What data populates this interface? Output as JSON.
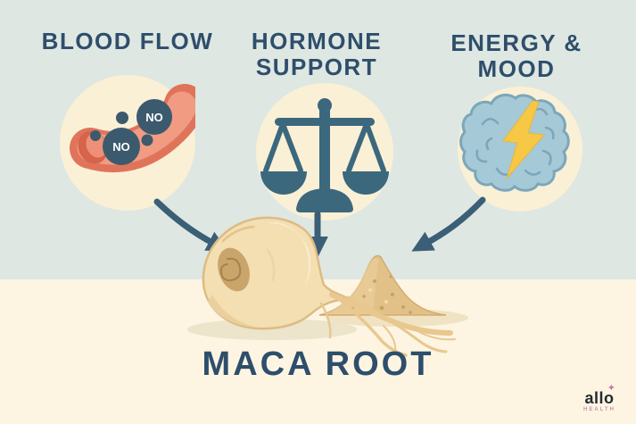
{
  "infographic": {
    "title": "MACA ROOT",
    "benefits": [
      {
        "id": "blood-flow",
        "lines": [
          "BLOOD FLOW"
        ],
        "icon": "blood-vessel-no-molecules",
        "molecule_label": "NO"
      },
      {
        "id": "hormone-support",
        "lines": [
          "HORMONE",
          "SUPPORT"
        ],
        "icon": "balance-scale"
      },
      {
        "id": "energy-mood",
        "lines": [
          "ENERGY &",
          "MOOD"
        ],
        "icon": "brain-lightning-bolt"
      }
    ],
    "logo": {
      "brand": "allo",
      "tagline": "HEALTH",
      "sparkle": "✦"
    },
    "colors": {
      "background_top": "#dee7e2",
      "background_bottom": "#fdf5e2",
      "icon_circle": "#faf0d6",
      "heading_navy": "#2e4e6b",
      "arrow_slate": "#3a5f76",
      "vessel_salmon": "#e0745a",
      "vessel_inner_salmon": "#f09b82",
      "molecule_navy": "#3c5a6e",
      "scale_slate": "#3c687e",
      "brain_blue": "#a6c9d7",
      "brain_outline": "#7ba7bb",
      "bolt_yellow": "#f6c845",
      "root_tan": "#f3dfb2",
      "powder_tan": "#dfbc82",
      "logo_pink": "#c793ae"
    }
  }
}
